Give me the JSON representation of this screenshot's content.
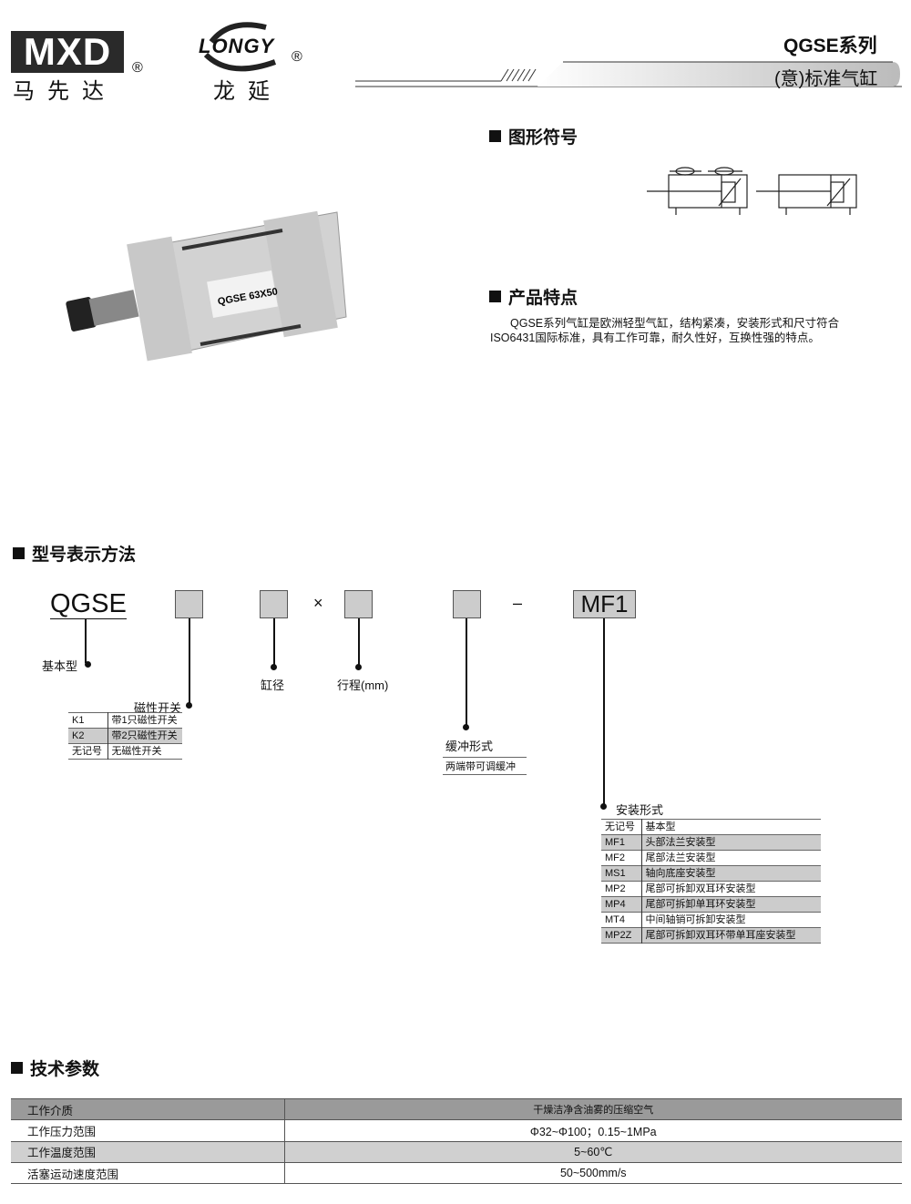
{
  "header": {
    "logo1": "MXD",
    "logo1_cn": "马先达",
    "logo2": "LONGY",
    "logo2_cn": "龙延",
    "reg": "®",
    "series": "QGSE系列",
    "subtitle": "(意)标准气缸"
  },
  "symbol_section": {
    "title": "图形符号"
  },
  "features": {
    "title": "产品特点",
    "text": "QGSE系列气缸是欧洲轻型气缸，结构紧凑，安装形式和尺寸符合ISO6431国际标准，具有工作可靠，耐久性好，互换性强的特点。"
  },
  "product_image": {
    "label": "QGSE 63X50"
  },
  "model": {
    "title": "型号表示方法",
    "prefix": "QGSE",
    "times": "×",
    "dash": "–",
    "mount_code": "MF1",
    "basic_label": "基本型",
    "bore_label": "缸径",
    "stroke_label": "行程(mm)",
    "switch": {
      "title": "磁性开关",
      "rows": [
        [
          "K1",
          "带1只磁性开关"
        ],
        [
          "K2",
          "带2只磁性开关"
        ],
        [
          "无记号",
          "无磁性开关"
        ]
      ]
    },
    "cushion": {
      "title": "缓冲形式",
      "rows": [
        [
          "两端带可调缓冲"
        ]
      ]
    },
    "mount": {
      "title": "安装形式",
      "rows": [
        [
          "无记号",
          "基本型"
        ],
        [
          "MF1",
          "头部法兰安装型"
        ],
        [
          "MF2",
          "尾部法兰安装型"
        ],
        [
          "MS1",
          "轴向底座安装型"
        ],
        [
          "MP2",
          "尾部可拆卸双耳环安装型"
        ],
        [
          "MP4",
          "尾部可拆卸单耳环安装型"
        ],
        [
          "MT4",
          "中间轴销可拆卸安装型"
        ],
        [
          "MP2Z",
          "尾部可拆卸双耳环带单耳座安装型"
        ]
      ]
    }
  },
  "tech": {
    "title": "技术参数",
    "rows": [
      [
        "工作介质",
        "干燥洁净含油雾的压缩空气"
      ],
      [
        "工作压力范围",
        "Φ32~Φ100；0.15~1MPa"
      ],
      [
        "工作温度范围",
        "5~60℃"
      ],
      [
        "活塞运动速度范围",
        "50~500mm/s"
      ]
    ]
  }
}
